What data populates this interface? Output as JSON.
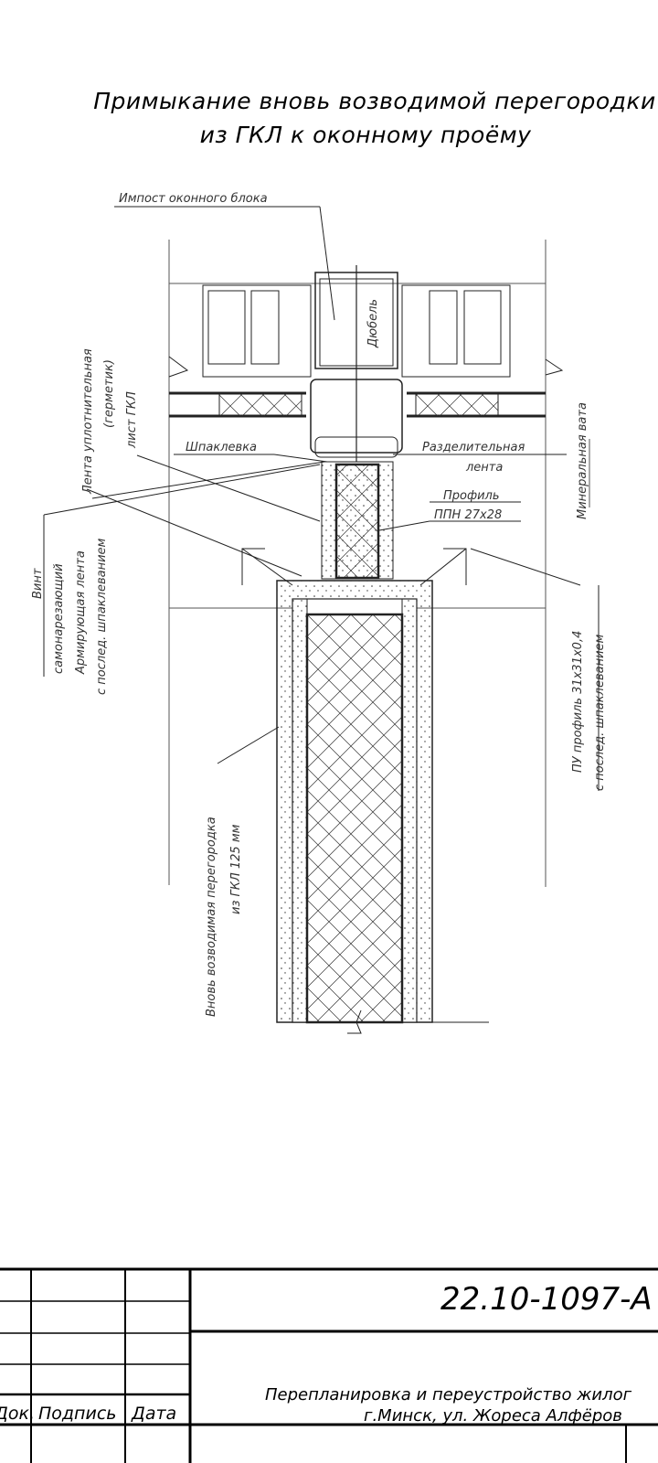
{
  "title": {
    "line1": "Примыкание вновь возводимой  перегородки",
    "line2": "из ГКЛ к оконному проёму"
  },
  "labels": {
    "impost": "Импост оконного блока",
    "dowel": "Дюбель",
    "sealing_tape": "Лента уплотнительная",
    "sealant": "(герметик)",
    "gkl_sheet": "лист ГКЛ",
    "putty": "Шпаклевка",
    "separating_tape_1": "Разделительная",
    "separating_tape_2": "лента",
    "profile_1": "Профиль",
    "profile_2": "ППН 27х28",
    "mineral_wool": "Минеральная вата",
    "screw_1": "Винт",
    "screw_2": "самонарезающий",
    "reinf_tape_1": "Армирующая лента",
    "reinf_tape_2": "с послед. шпаклеванием",
    "pu_profile_1": "ПУ профиль 31х31х0,4",
    "pu_profile_2": "с послед. шпаклеванием",
    "partition_1": "Вновь возводимая перегородка",
    "partition_2": "из ГКЛ 125 мм"
  },
  "title_block": {
    "code": "22.10-1097-А",
    "project_line1": "Перепланировка и переустройство жилог",
    "project_line2": "г.Минск, ул. Жореса Алфёров",
    "col_doc": "Док.",
    "col_signature": "Подпись",
    "col_date": "Дата"
  }
}
